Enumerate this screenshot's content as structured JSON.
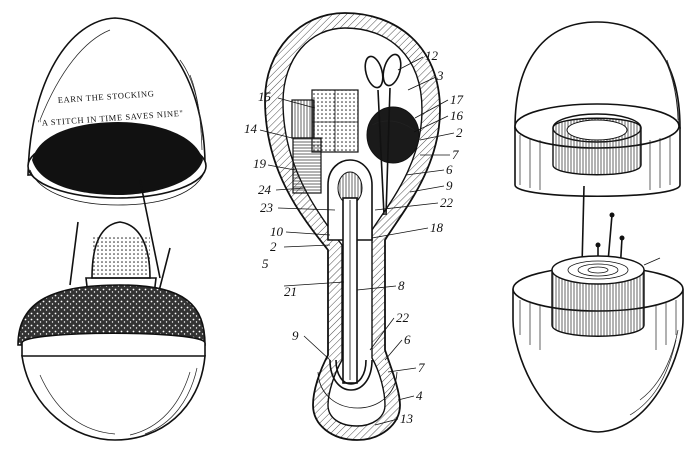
{
  "figure1": {
    "inscription_line1": "EARN THE STOCKING",
    "inscription_line2": "\"A STITCH IN TIME SAVES NINE\""
  },
  "figure2": {
    "reference_numerals": [
      "15",
      "12",
      "3",
      "17",
      "16",
      "14",
      "2",
      "7",
      "19",
      "6",
      "24",
      "9",
      "23",
      "22",
      "10",
      "18",
      "2",
      "5",
      "21",
      "8",
      "9",
      "22",
      "6",
      "7",
      "4",
      "13"
    ]
  }
}
